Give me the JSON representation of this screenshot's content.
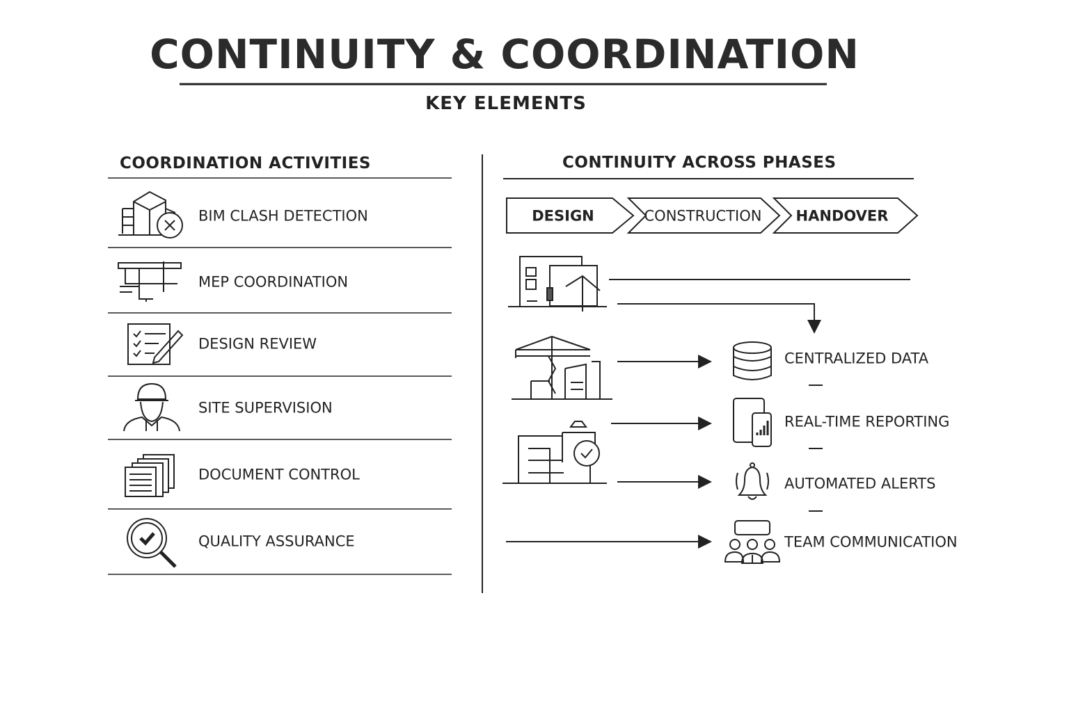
{
  "header": {
    "title": "CONTINUITY & COORDINATION",
    "subtitle": "KEY ELEMENTS"
  },
  "left": {
    "heading": "COORDINATION ACTIVITIES",
    "items": [
      {
        "label": "BIM CLASH DETECTION",
        "icon": "building-clash-icon"
      },
      {
        "label": "MEP COORDINATION",
        "icon": "pipes-icon"
      },
      {
        "label": "DESIGN REVIEW",
        "icon": "checklist-pencil-icon"
      },
      {
        "label": "SITE SUPERVISION",
        "icon": "hardhat-worker-icon"
      },
      {
        "label": "DOCUMENT CONTROL",
        "icon": "documents-stack-icon"
      },
      {
        "label": "QUALITY ASSURANCE",
        "icon": "magnifier-check-icon"
      }
    ]
  },
  "right": {
    "heading": "CONTINUITY ACROSS PHASES",
    "phases": [
      "DESIGN",
      "CONSTRUCTION",
      "HANDOVER"
    ],
    "outcomes": [
      {
        "label": "CENTRALIZED DATA",
        "icon": "database-icon"
      },
      {
        "label": "REAL-TIME REPORTING",
        "icon": "mobile-report-icon"
      },
      {
        "label": "AUTOMATED ALERTS",
        "icon": "bell-icon"
      },
      {
        "label": "TEAM COMMUNICATION",
        "icon": "team-chat-icon"
      }
    ]
  }
}
